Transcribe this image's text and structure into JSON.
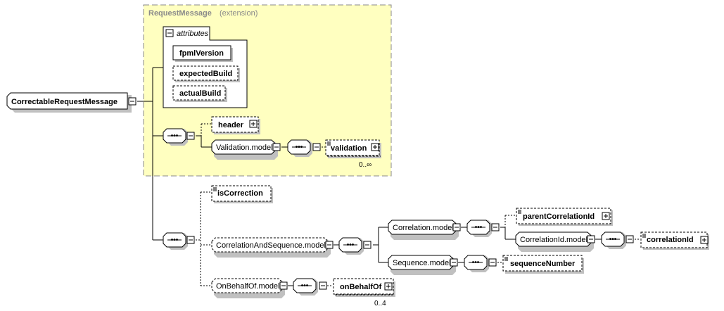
{
  "diagram": {
    "root": {
      "label": "CorrectableRequestMessage"
    },
    "extension_group": {
      "type_name": "RequestMessage",
      "suffix": "(extension)",
      "fill": "#ffffc0",
      "border": "#8a8a8a"
    },
    "attributes_box": {
      "title": "attributes",
      "items": [
        {
          "label": "fpmlVersion",
          "required": true
        },
        {
          "label": "expectedBuild",
          "required": false
        },
        {
          "label": "actualBuild",
          "required": false
        }
      ]
    },
    "sequence_glyph": "•••",
    "nodes": {
      "header": {
        "label": "header",
        "optional": true,
        "expandable": true
      },
      "validation_model": {
        "label": "Validation.model"
      },
      "validation": {
        "label": "validation",
        "optional": true,
        "expandable": true,
        "cardinality": "0..∞"
      },
      "isCorrection": {
        "label": "isCorrection",
        "optional": true
      },
      "correlation_and_sequence_model": {
        "label": "CorrelationAndSequence.model",
        "optional": true
      },
      "correlation_model": {
        "label": "Correlation.model"
      },
      "parentCorrelationId": {
        "label": "parentCorrelationId",
        "optional": true,
        "expandable": true
      },
      "correlationId_model": {
        "label": "CorrelationId.model"
      },
      "correlationId": {
        "label": "correlationId",
        "optional": true,
        "expandable": true
      },
      "sequence_model": {
        "label": "Sequence.model"
      },
      "sequenceNumber": {
        "label": "sequenceNumber",
        "optional": true
      },
      "onBehalfOf_model": {
        "label": "OnBehalfOf.model",
        "optional": true
      },
      "onBehalfOf": {
        "label": "onBehalfOf",
        "optional": true,
        "expandable": true,
        "cardinality": "0..4"
      }
    }
  }
}
